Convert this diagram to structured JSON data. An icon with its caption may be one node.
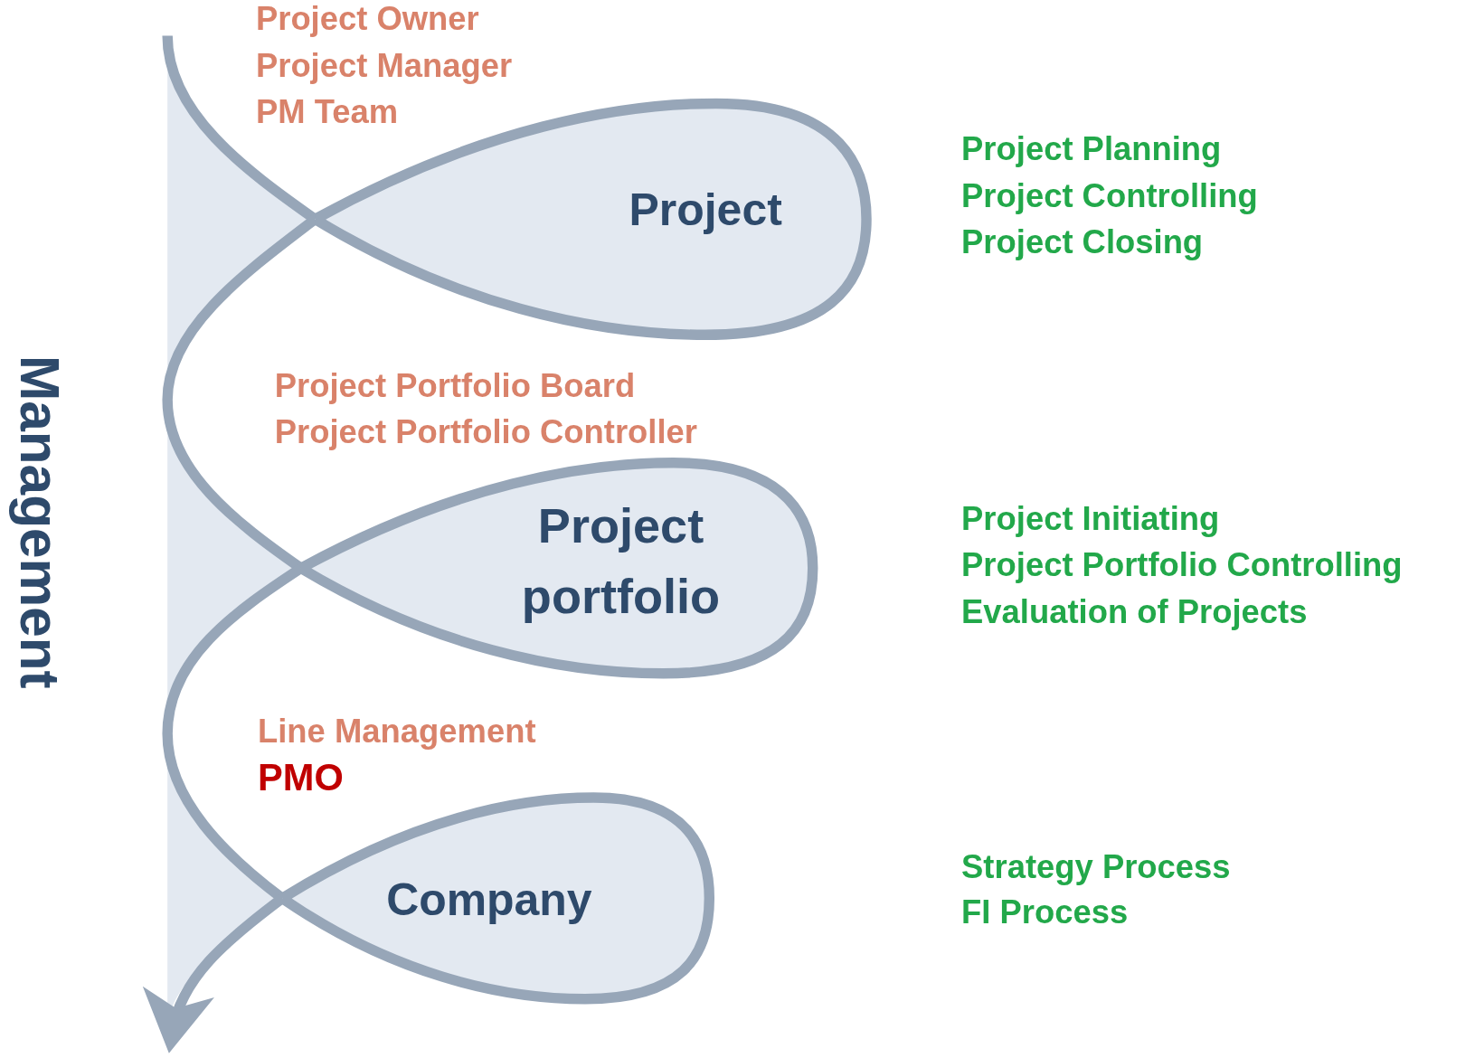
{
  "diagram": {
    "nodes": [
      {
        "text": [
          "Project"
        ]
      },
      {
        "text": [
          "Project portfolio"
        ]
      },
      {
        "text": [
          "Company"
        ]
      }
    ],
    "edges": [
      {
        "from": null,
        "to": 0,
        "arrow": "none"
      },
      {
        "from": 0,
        "to": 1,
        "arrow": "none"
      },
      {
        "from": 1,
        "to": 2,
        "arrow": "none"
      },
      {
        "from": 2,
        "to": null,
        "arrow": "to"
      }
    ],
    "labels": [
      "Project Owner",
      "Project Manager",
      "PM Team",
      "Project Planning",
      "Project Controlling",
      "Project Closing",
      "Management",
      "Project Portfolio Board",
      "Project Portfolio Controller",
      "Project Initiating",
      "Project Portfolio Controlling",
      "Evaluation of Projects",
      "Line Management",
      "PMO",
      "Strategy Process",
      "FI Process"
    ]
  }
}
